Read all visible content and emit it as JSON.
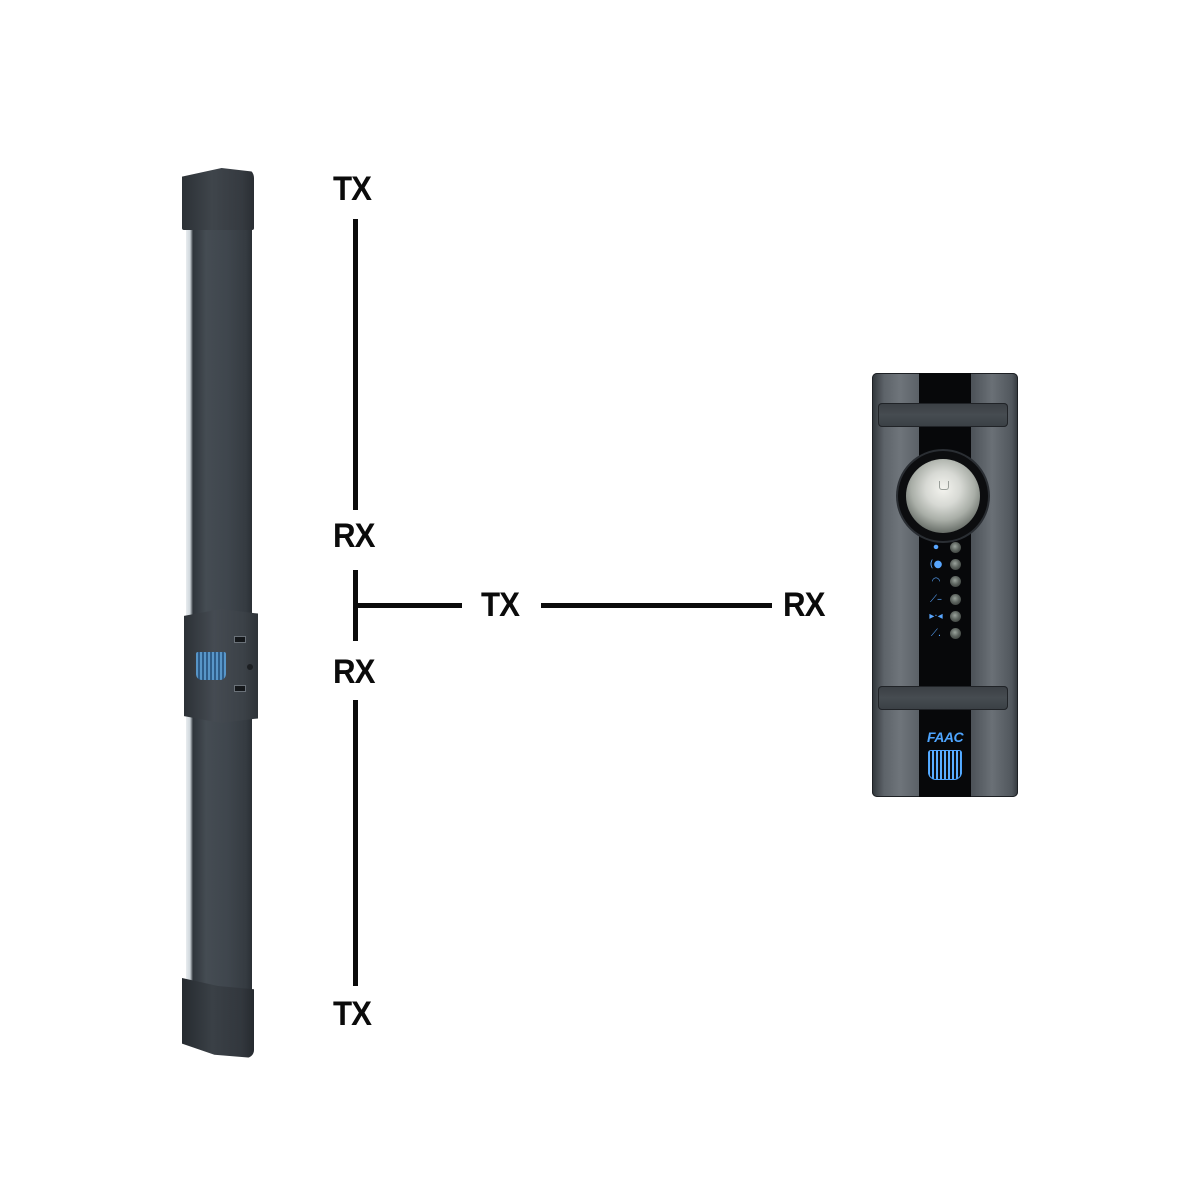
{
  "diagram": {
    "labels": {
      "top_tx": "TX",
      "upper_rx": "RX",
      "middle_tx": "TX",
      "right_rx": "RX",
      "lower_rx": "RX",
      "bottom_tx": "TX"
    },
    "colors": {
      "background": "#ffffff",
      "line": "#0b0b0b",
      "device_dark": "#3f464d",
      "indicator_blue": "#58a6ff"
    }
  },
  "column_device": {
    "logo": "faac-logo"
  },
  "control_unit": {
    "brand": "FAAC",
    "led_icons": [
      {
        "name": "presence-icon",
        "glyph": "⏺"
      },
      {
        "name": "signal-left-icon",
        "glyph": "(●"
      },
      {
        "name": "signal-up-icon",
        "glyph": "◠"
      },
      {
        "name": "contact-open-icon",
        "glyph": "⟋–"
      },
      {
        "name": "beam-icon",
        "glyph": "▸·◂"
      },
      {
        "name": "contact-closed-icon",
        "glyph": "⟋."
      }
    ]
  }
}
